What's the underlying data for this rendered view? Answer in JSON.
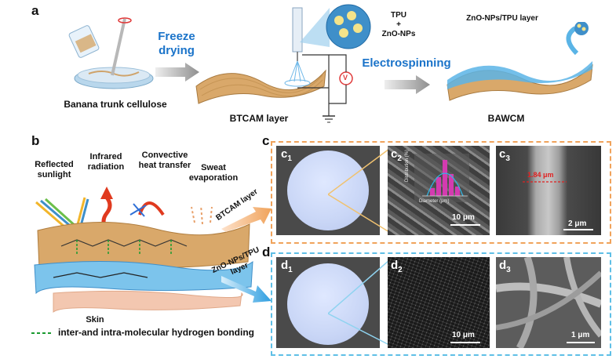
{
  "panel_a": {
    "letter": "a",
    "step1_label": "Banana trunk cellulose",
    "freeze": "Freeze",
    "drying": "drying",
    "step2_label": "BTCAM layer",
    "syringe_tpu": "TPU",
    "syringe_plus": "+",
    "syringe_zno": "ZnO-NPs",
    "electrospinning": "Electrospinning",
    "step3_top_label": "ZnO-NPs/TPU layer",
    "step3_label": "BAWCM",
    "voltage_symbol": "V"
  },
  "panel_b": {
    "letter": "b",
    "reflected_1": "Reflected",
    "reflected_2": "sunlight",
    "infrared_1": "Infrared",
    "infrared_2": "radiation",
    "convective_1": "Convective",
    "convective_2": "heat transfer",
    "sweat_1": "Sweat",
    "sweat_2": "evaporation",
    "btcam_layer": "BTCAM layer",
    "zno_layer_1": "ZnO-NPs/TPU",
    "zno_layer_2": "layer",
    "skin": "Skin",
    "legend": "inter-and intra-molecular hydrogen bonding"
  },
  "panel_c": {
    "letter": "c",
    "c1": "c",
    "c1_sub": "1",
    "c2": "c",
    "c2_sub": "2",
    "c3": "c",
    "c3_sub": "3",
    "c2_scale": "10 μm",
    "c3_scale": "2 μm",
    "c3_measure": "1.84 μm",
    "inset_ylabel": "Distribution (%)",
    "inset_xlabel": "Diameter (μm)"
  },
  "panel_d": {
    "letter": "d",
    "d1": "d",
    "d1_sub": "1",
    "d2": "d",
    "d2_sub": "2",
    "d3": "d",
    "d3_sub": "3",
    "d2_scale": "10 μm",
    "d3_scale": "1 μm"
  },
  "colors": {
    "blue_text": "#1a73c9",
    "c_border": "#f0a35b",
    "d_border": "#5fbfe6",
    "membrane_tan": "#d9a86a",
    "fiber_blue": "#5ab4e6",
    "skin": "#f3c7b0"
  }
}
